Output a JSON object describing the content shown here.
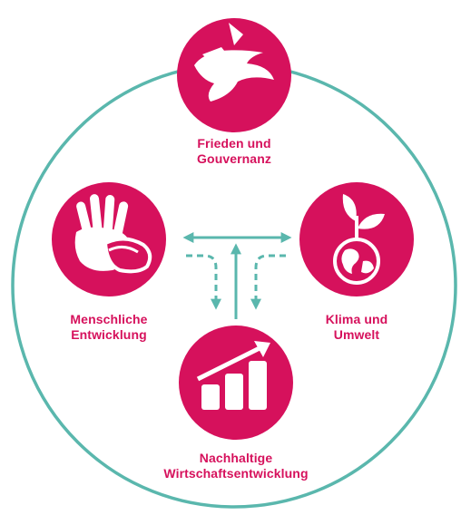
{
  "colors": {
    "accent": "#d6115c",
    "ring": "#5ab7ad",
    "icon": "#ffffff"
  },
  "nodes": {
    "peace": {
      "line1": "Frieden und",
      "line2": "Gouvernanz",
      "icon": "dove-icon"
    },
    "human": {
      "line1": "Menschliche",
      "line2": "Entwicklung",
      "icon": "hands-icon"
    },
    "climate": {
      "line1": "Klima und",
      "line2": "Umwelt",
      "icon": "globe-plant-icon"
    },
    "economy": {
      "line1": "Nachhaltige",
      "line2": "Wirtschaftsentwicklung",
      "icon": "growth-chart-icon"
    }
  },
  "connectors": {
    "solid": "double-headed-arrow",
    "dashed": "dashed-arrows"
  }
}
